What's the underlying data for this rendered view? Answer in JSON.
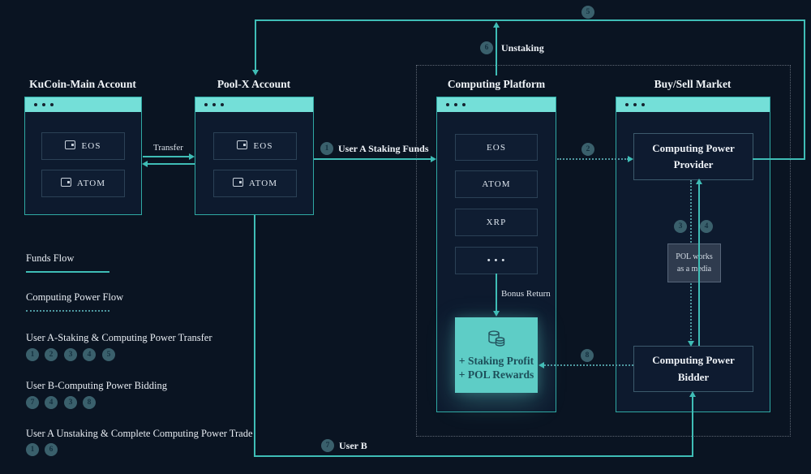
{
  "diagram": {
    "windows": {
      "kucoin": {
        "title": "KuCoin-Main Account",
        "tokens": [
          "EOS",
          "ATOM"
        ]
      },
      "poolx": {
        "title": "Pool-X Account",
        "tokens": [
          "EOS",
          "ATOM"
        ]
      },
      "computing": {
        "title": "Computing Platform",
        "tokens": [
          "EOS",
          "ATOM",
          "XRP",
          "• • •"
        ],
        "bonus_label": "Bonus Return",
        "rewards": {
          "line1": "+ Staking Profit",
          "line2": "+ POL Rewards"
        }
      },
      "market": {
        "title": "Buy/Sell Market",
        "provider": "Computing Power Provider",
        "bidder": "Computing Power Bidder",
        "pol_note": "POL works as a media"
      }
    },
    "flow_labels": {
      "transfer": "Transfer",
      "staking_funds": "User A Staking Funds",
      "unstaking": "Unstaking",
      "user_b": "User B"
    },
    "steps": {
      "s1": "1",
      "s2": "2",
      "s3": "3",
      "s4": "4",
      "s5": "5",
      "s6": "6",
      "s7": "7",
      "s8": "8"
    }
  },
  "legend": {
    "funds_flow": "Funds Flow",
    "computing_power_flow": "Computing Power Flow",
    "rows": [
      {
        "label": "User A-Staking & Computing Power Transfer",
        "steps": [
          "1",
          "2",
          "3",
          "4",
          "5"
        ]
      },
      {
        "label": "User B-Computing Power Bidding",
        "steps": [
          "7",
          "4",
          "3",
          "8"
        ]
      },
      {
        "label": "User A Unstaking & Complete Computing Power Trade",
        "steps": [
          "1",
          "6"
        ]
      }
    ]
  },
  "icons": {
    "window_controls": "window-dots-icon",
    "token": "wallet-icon",
    "rewards": "coins-database-icon"
  },
  "colors": {
    "background": "#0a1422",
    "titlebar": "#74dfd8",
    "flow_line": "#3fbdb6",
    "dotted_line": "#4e98a0",
    "rewards_box": "#5ecdc6",
    "badge": "#3a606c"
  }
}
